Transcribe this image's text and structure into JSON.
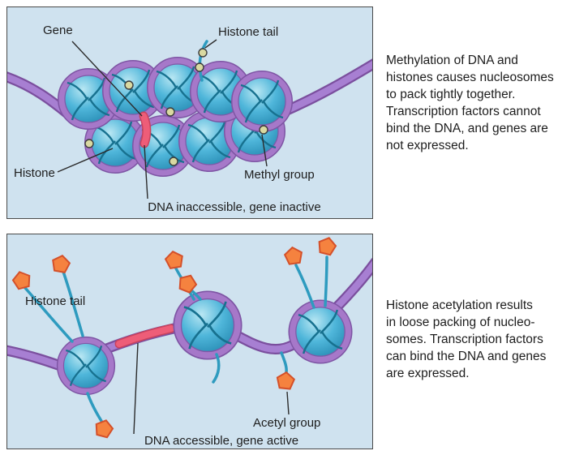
{
  "figure": {
    "top": {
      "labels": {
        "gene": "Gene",
        "histone_tail": "Histone tail",
        "histone": "Histone",
        "methyl_group": "Methyl group"
      },
      "caption": "DNA inaccessible, gene inactive",
      "description": "Methylation of DNA and\nhistones causes nucleosomes\nto pack tightly together.\nTranscription factors cannot\nbind the DNA, and genes are\nnot expressed."
    },
    "bottom": {
      "labels": {
        "histone_tail": "Histone tail",
        "acetyl_group": "Acetyl group"
      },
      "caption": "DNA accessible, gene active",
      "description": "Histone acetylation results\nin loose packing of nucleo-\nsomes. Transcription factors\ncan bind the DNA and genes\nare expressed."
    },
    "colors": {
      "panel_background": "#cfe2ef",
      "dna_strand": "#9a6fc0",
      "nucleosome_core": "#3aaed2",
      "nucleosome_ring": "#a678c9",
      "gene_segment": "#ee5d78",
      "methyl_group": "#d9d9a1",
      "acetyl_group": "#f5823f",
      "histone_tail": "#2e9bbf"
    }
  }
}
